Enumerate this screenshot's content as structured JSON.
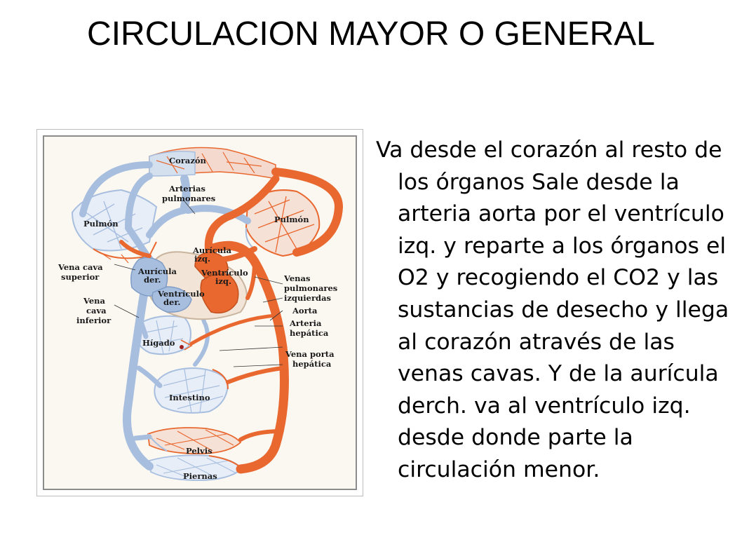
{
  "slide": {
    "title": "CIRCULACION MAYOR O GENERAL",
    "body": "Va desde el corazón al resto de los órganos Sale desde la arteria aorta por el ventrículo izq. y reparte a los órganos el O2 y recogiendo el CO2 y las sustancias de desecho y llega al corazón através de las venas cavas. Y de la aurícula derch. va al ventrículo izq. desde donde parte la circulación menor."
  },
  "diagram": {
    "colors": {
      "venous": "#a7bedf",
      "arterial": "#e9682f",
      "frame": "#8c8c8c",
      "background": "#fbf8f2"
    },
    "labels": {
      "corazon": "Corazón",
      "arterias_pulmonares_1": "Arterias",
      "arterias_pulmonares_2": "pulmonares",
      "pulmon_left": "Pulmón",
      "pulmon_right": "Pulmón",
      "auricula_izq_1": "Aurícula",
      "auricula_izq_2": "izq.",
      "ventriculo_izq_1": "Ventrículo",
      "ventriculo_izq_2": "izq.",
      "auricula_der_1": "Aurícula",
      "auricula_der_2": "der.",
      "ventriculo_der_1": "Ventrículo",
      "ventriculo_der_2": "der.",
      "vena_cava_sup_1": "Vena cava",
      "vena_cava_sup_2": "superior",
      "vena_cava_inf_1": "Vena",
      "vena_cava_inf_2": "cava",
      "vena_cava_inf_3": "inferior",
      "venas_pulmonares_1": "Venas",
      "venas_pulmonares_2": "pulmonares",
      "venas_pulmonares_3": "izquierdas",
      "aorta": "Aorta",
      "arteria_hepatica_1": "Arteria",
      "arteria_hepatica_2": "hepática",
      "higado": "Hígado",
      "vena_porta_1": "Vena porta",
      "vena_porta_2": "hepática",
      "intestino": "Intestino",
      "pelvis": "Pelvis",
      "piernas": "Piernas"
    }
  }
}
